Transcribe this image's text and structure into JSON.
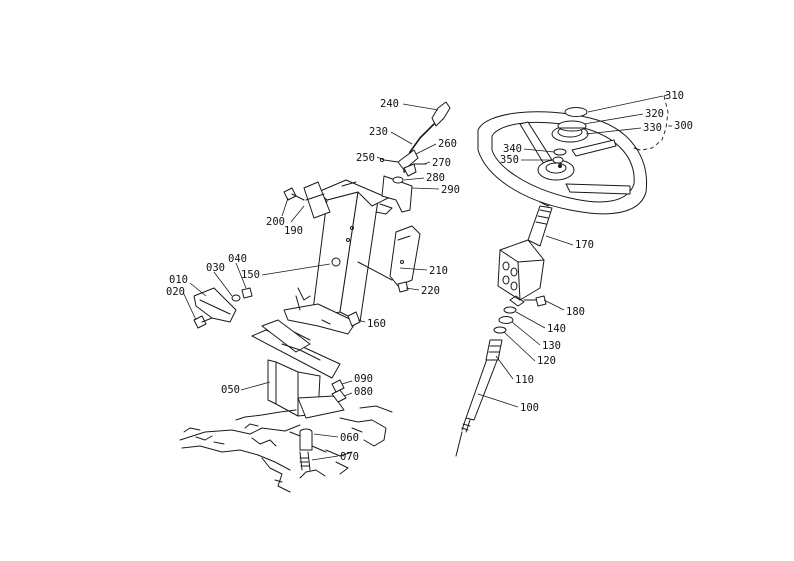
{
  "callouts": [
    {
      "id": "p010",
      "text": "010"
    },
    {
      "id": "p020",
      "text": "020"
    },
    {
      "id": "p030",
      "text": "030"
    },
    {
      "id": "p040",
      "text": "040"
    },
    {
      "id": "p050",
      "text": "050"
    },
    {
      "id": "p060",
      "text": "060"
    },
    {
      "id": "p070",
      "text": "070"
    },
    {
      "id": "p080",
      "text": "080"
    },
    {
      "id": "p090",
      "text": "090"
    },
    {
      "id": "p100",
      "text": "100"
    },
    {
      "id": "p110",
      "text": "110"
    },
    {
      "id": "p120",
      "text": "120"
    },
    {
      "id": "p130",
      "text": "130"
    },
    {
      "id": "p140",
      "text": "140"
    },
    {
      "id": "p150",
      "text": "150"
    },
    {
      "id": "p160",
      "text": "160"
    },
    {
      "id": "p170",
      "text": "170"
    },
    {
      "id": "p180",
      "text": "180"
    },
    {
      "id": "p190",
      "text": "190"
    },
    {
      "id": "p200",
      "text": "200"
    },
    {
      "id": "p210",
      "text": "210"
    },
    {
      "id": "p220",
      "text": "220"
    },
    {
      "id": "p230",
      "text": "230"
    },
    {
      "id": "p240",
      "text": "240"
    },
    {
      "id": "p250",
      "text": "250"
    },
    {
      "id": "p260",
      "text": "260"
    },
    {
      "id": "p270",
      "text": "270"
    },
    {
      "id": "p280",
      "text": "280"
    },
    {
      "id": "p290",
      "text": "290"
    },
    {
      "id": "p300",
      "text": "300"
    },
    {
      "id": "p310",
      "text": "310"
    },
    {
      "id": "p320",
      "text": "320"
    },
    {
      "id": "p330",
      "text": "330"
    },
    {
      "id": "p340",
      "text": "340"
    },
    {
      "id": "p350",
      "text": "350"
    }
  ]
}
